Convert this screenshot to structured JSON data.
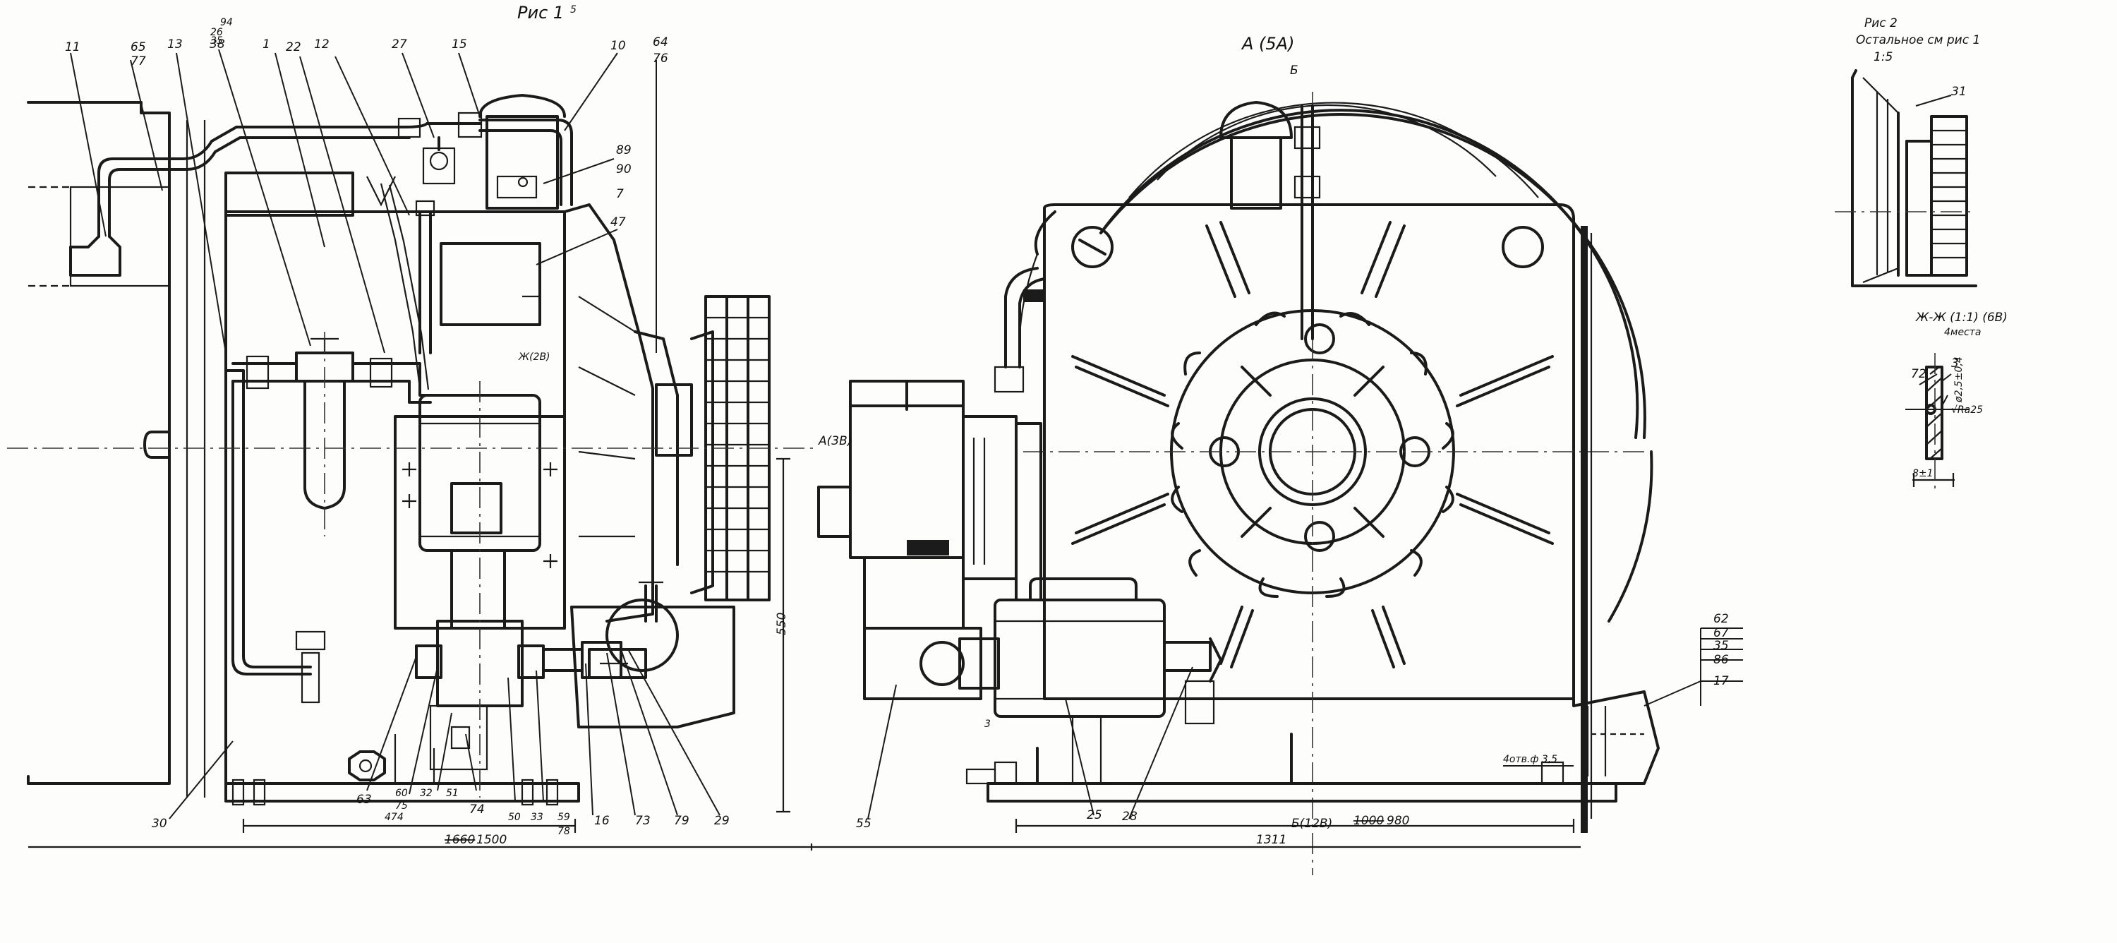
{
  "sheet": {
    "fig1_title": "Рис 1",
    "fig1_circle_mark": "5",
    "view_a_title": "А (5А)",
    "section_b_mark": "Б",
    "section_b_ref": "Б(12В)",
    "fig2_title": "Рис 2",
    "fig2_note": "Остальное см рис 1",
    "fig2_scale": "1:5",
    "section_zh_title": "Ж-Ж (1:1) (6В)",
    "section_zh_note": "4места",
    "view_a_ref": "А(3В)",
    "zh_ref": "Ж(2В)"
  },
  "callouts_fig1": [
    "11",
    "65",
    "77",
    "13",
    "38",
    "1",
    "22",
    "12",
    "27",
    "15",
    "10",
    "64",
    "76",
    "89",
    "90",
    "47",
    "94",
    "26",
    "35",
    "30",
    "63",
    "60",
    "75",
    "32",
    "51",
    "74",
    "50",
    "33",
    "59",
    "78",
    "16",
    "73",
    "79",
    "29",
    "474",
    "7"
  ],
  "callouts_view_a": [
    "55",
    "25",
    "28",
    "62",
    "67",
    "35",
    "86",
    "17",
    "3"
  ],
  "callouts_fig2": [
    "31",
    "72",
    "3"
  ],
  "dimensions": {
    "left_height": "550",
    "left_width_struck": "1660",
    "left_width": "1500",
    "right_width": "1311",
    "right_width2_struck": "1000",
    "right_width2": "980",
    "fig2_rough": "√Ra25",
    "fig2_dim": "8±1",
    "fig2_weld": "ø2,5±0,4",
    "weld_note": "4отв.ф 3,5"
  }
}
